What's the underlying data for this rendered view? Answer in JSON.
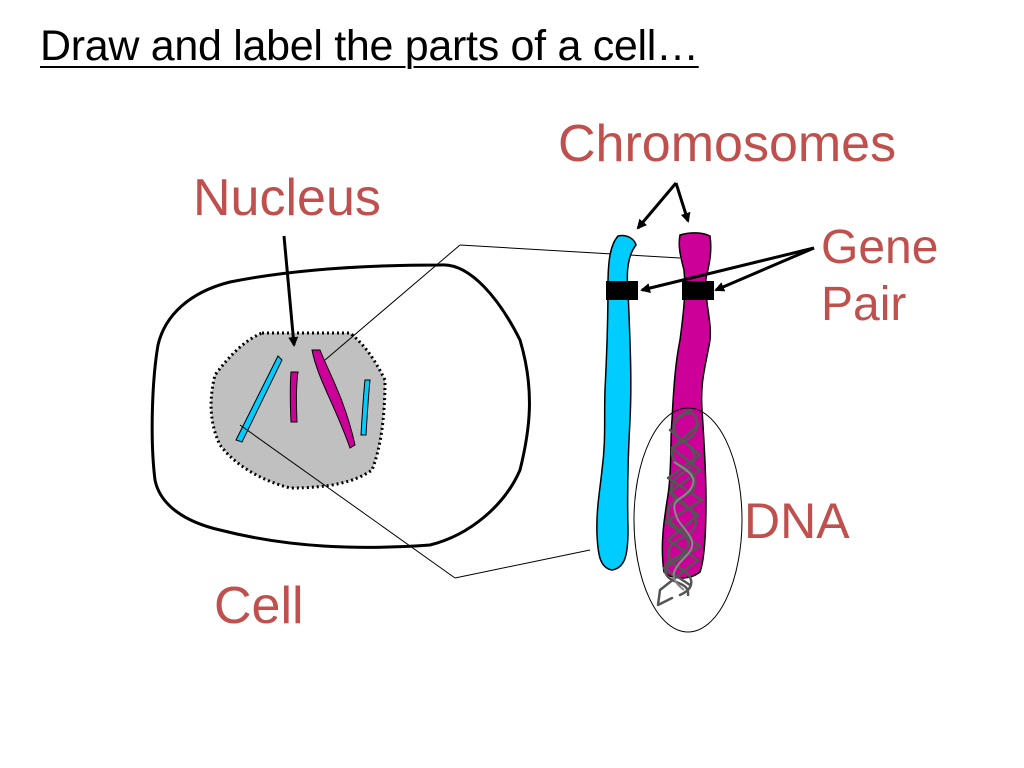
{
  "slide": {
    "title": "Draw and label the parts of a cell…"
  },
  "labels": {
    "chromosomes": "Chromosomes",
    "nucleus": "Nucleus",
    "gene_pair": "Gene\nPair",
    "dna": "DNA",
    "cell": "Cell"
  },
  "colors": {
    "label": "#c0504d",
    "chromosome_a": "#00ccff",
    "chromosome_b": "#cc0099",
    "nucleus_fill": "#c0c0c0",
    "dna_strand": "#555555"
  }
}
